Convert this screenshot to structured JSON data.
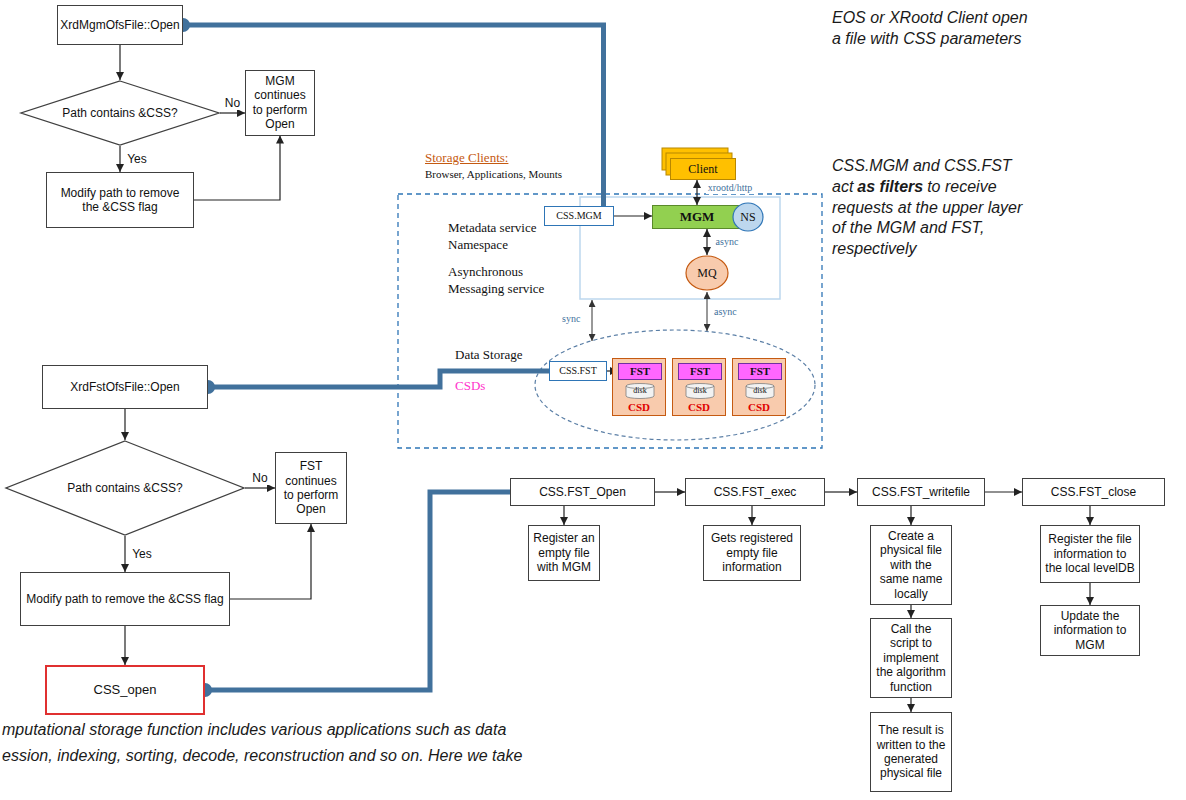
{
  "diagram": {
    "nodes": [
      {
        "text": [
          "XrdMgmOfsFile::Open"
        ]
      },
      {
        "text": [
          "Path contains &CSS?"
        ]
      },
      {
        "text": [
          "MGM continues to perform Open"
        ]
      },
      {
        "text": [
          "Modify path to remove the &CSS flag"
        ]
      },
      {
        "text": [
          "Client"
        ]
      },
      {
        "text": [
          "CSS.MGM"
        ]
      },
      {
        "text": [
          "MGM"
        ]
      },
      {
        "text": [
          "NS"
        ]
      },
      {
        "text": [
          "MQ"
        ]
      },
      {
        "text": [
          "CSS.FST"
        ]
      },
      {
        "text": [
          "CSD"
        ]
      },
      {
        "text": [
          "FST"
        ],
        "in": 10
      },
      {
        "text": [
          "disk"
        ],
        "in": 10
      },
      {
        "text": [
          "CSD"
        ]
      },
      {
        "text": [
          "FST"
        ],
        "in": 13
      },
      {
        "text": [
          "disk"
        ],
        "in": 13
      },
      {
        "text": [
          "CSD"
        ]
      },
      {
        "text": [
          "FST"
        ],
        "in": 16
      },
      {
        "text": [
          "disk"
        ],
        "in": 16
      },
      {
        "text": [
          "XrdFstOfsFile::Open"
        ]
      },
      {
        "text": [
          "Path contains &CSS?"
        ]
      },
      {
        "text": [
          "FST continues to perform Open"
        ]
      },
      {
        "text": [
          "Modify path to remove the &CSS flag"
        ]
      },
      {
        "text": [
          "CSS_open"
        ]
      },
      {
        "text": [
          "CSS.FST_Open"
        ]
      },
      {
        "text": [
          "CSS.FST_exec"
        ]
      },
      {
        "text": [
          "CSS.FST_writefile"
        ]
      },
      {
        "text": [
          "CSS.FST_close"
        ]
      },
      {
        "text": [
          "Register an empty file with MGM"
        ]
      },
      {
        "text": [
          "Gets registered empty file information"
        ]
      },
      {
        "text": [
          "Create a physical file with the same name locally"
        ]
      },
      {
        "text": [
          "Call the script to implement the algorithm function"
        ]
      },
      {
        "text": [
          "The result is written to the generated physical file"
        ]
      },
      {
        "text": [
          "Register the file information to the local levelDB"
        ]
      },
      {
        "text": [
          "Update the information to MGM"
        ]
      }
    ],
    "edges": [
      {
        "from": 0,
        "to": 1,
        "arrow": "to"
      },
      {
        "from": 1,
        "to": 2,
        "arrow": "to",
        "label": "No"
      },
      {
        "from": 1,
        "to": 3,
        "arrow": "to",
        "label": "Yes"
      },
      {
        "from": 3,
        "to": 2,
        "arrow": "to"
      },
      {
        "from": 0,
        "to": 5,
        "arrow": "none"
      },
      {
        "from": 4,
        "to": 6,
        "arrow": "both",
        "label": "xrootd/http"
      },
      {
        "from": 5,
        "to": 6,
        "arrow": "to"
      },
      {
        "from": 6,
        "to": 8,
        "arrow": "both",
        "label": "async"
      },
      {
        "from": 9,
        "to": 11,
        "arrow": "to"
      },
      {
        "from": 19,
        "to": 20,
        "arrow": "to"
      },
      {
        "from": 20,
        "to": 21,
        "arrow": "to",
        "label": "No"
      },
      {
        "from": 20,
        "to": 22,
        "arrow": "to",
        "label": "Yes"
      },
      {
        "from": 22,
        "to": 21,
        "arrow": "to"
      },
      {
        "from": 22,
        "to": 23,
        "arrow": "to"
      },
      {
        "from": 19,
        "to": 9,
        "arrow": "none"
      },
      {
        "from": 23,
        "to": 24,
        "arrow": "none"
      },
      {
        "from": 24,
        "to": 25,
        "arrow": "to"
      },
      {
        "from": 25,
        "to": 26,
        "arrow": "to"
      },
      {
        "from": 26,
        "to": 27,
        "arrow": "to"
      },
      {
        "from": 24,
        "to": 28,
        "arrow": "to"
      },
      {
        "from": 25,
        "to": 29,
        "arrow": "to"
      },
      {
        "from": 26,
        "to": 30,
        "arrow": "to"
      },
      {
        "from": 30,
        "to": 31,
        "arrow": "to"
      },
      {
        "from": 31,
        "to": 32,
        "arrow": "to"
      },
      {
        "from": 27,
        "to": 33,
        "arrow": "to"
      },
      {
        "from": 33,
        "to": 34,
        "arrow": "to"
      }
    ],
    "labels": [
      "EOS or XRootd Client open a file with CSS parameters",
      "CSS.MGM and CSS.FST act",
      "as filters",
      "to receive requests at the upper layer of the MGM and FST, respectively",
      "Storage Clients:",
      "Browser, Applications, Mounts",
      "Metadata service Namespace",
      "Asynchronous Messaging service",
      "sync",
      "async",
      "Data Storage",
      "CSDs",
      "mputational storage function includes various applications such as data",
      "ession, indexing, sorting, decode, reconstruction and so on. Here we take"
    ]
  }
}
